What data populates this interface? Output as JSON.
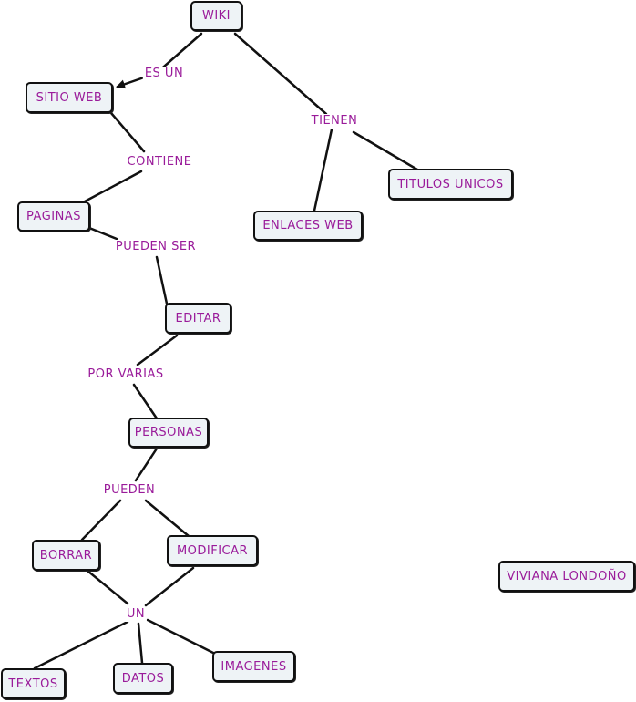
{
  "colors": {
    "text": "#9a1b9a",
    "node_fill": "#eef3f6",
    "border": "#111111",
    "line": "#111111"
  },
  "nodes": {
    "wiki": "WIKI",
    "sitio_web": "SITIO WEB",
    "paginas": "PAGINAS",
    "editar": "EDITAR",
    "personas": "PERSONAS",
    "borrar": "BORRAR",
    "modificar": "MODIFICAR",
    "textos": "TEXTOS",
    "datos": "DATOS",
    "imagenes": "IMAGENES",
    "enlaces_web": "ENLACES WEB",
    "titulos_unicos": "TITULOS UNICOS",
    "viviana": "VIVIANA LONDOÑO"
  },
  "links": {
    "es_un": "ES UN",
    "tienen": "TIENEN",
    "contiene": "CONTIENE",
    "pueden_ser": "PUEDEN SER",
    "por_varias": "POR VARIAS",
    "pueden": "PUEDEN",
    "un": "UN"
  }
}
